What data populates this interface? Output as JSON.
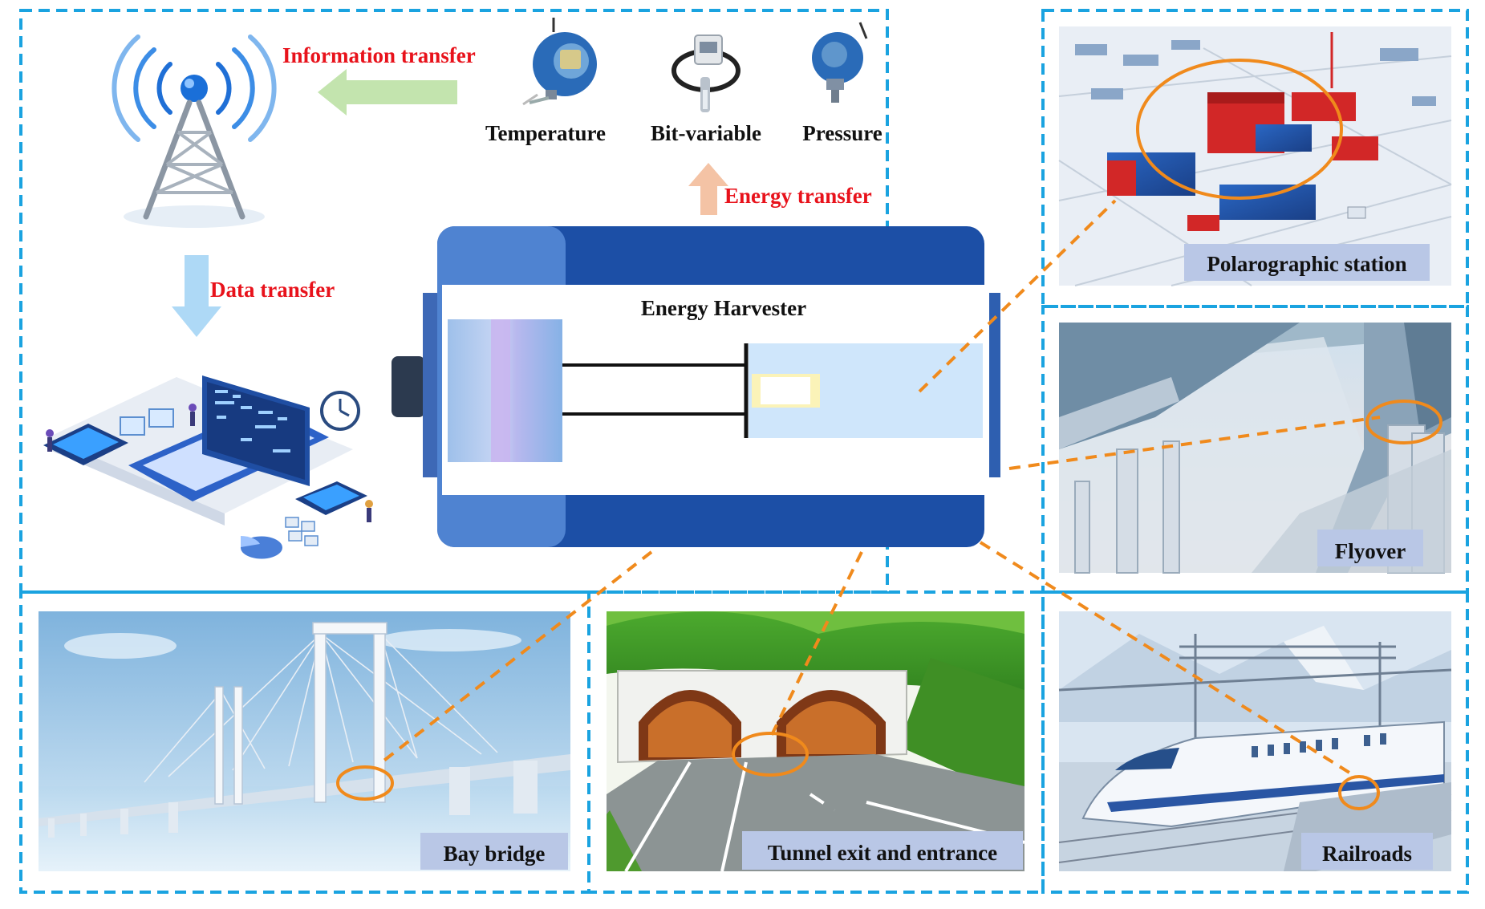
{
  "labels": {
    "information_transfer": "Information transfer",
    "data_transfer": "Data transfer",
    "energy_transfer": "Energy transfer",
    "energy_harvester": "Energy Harvester"
  },
  "sensors": [
    {
      "label": "Temperature",
      "icon": "temperature-sensor-icon"
    },
    {
      "label": "Bit-variable",
      "icon": "displacement-sensor-icon"
    },
    {
      "label": "Pressure",
      "icon": "pressure-sensor-icon"
    }
  ],
  "scenes": {
    "polar_station": "Polarographic station",
    "flyover": "Flyover",
    "bay_bridge": "Bay bridge",
    "tunnel": "Tunnel exit and entrance",
    "railroads": "Railroads"
  },
  "colors": {
    "frame_dashed": "#1aa3e0",
    "label_red": "#e8121b",
    "harvester_blue": "#1c4fa6",
    "callout_orange": "#f08a1c",
    "caption_bg": "#b9c7e6"
  }
}
